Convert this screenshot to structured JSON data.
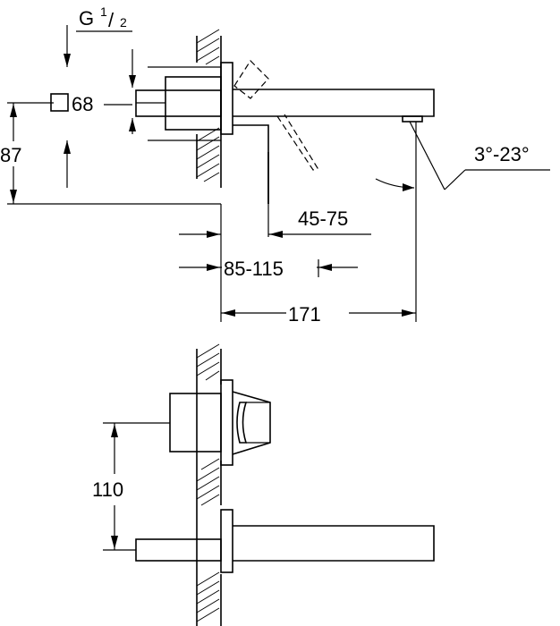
{
  "labels": {
    "thread": "G",
    "thread_fraction_num": "1",
    "thread_fraction_slash": "/",
    "thread_fraction_den": "2",
    "escutcheon": "68",
    "height_87": "87",
    "reach_45_75": "45-75",
    "wall_85_115": "85-115",
    "overall_171": "171",
    "angle": "3°-23°",
    "spacing_110": "110"
  },
  "icons": {
    "square-symbol": "square-escutcheon-icon"
  }
}
